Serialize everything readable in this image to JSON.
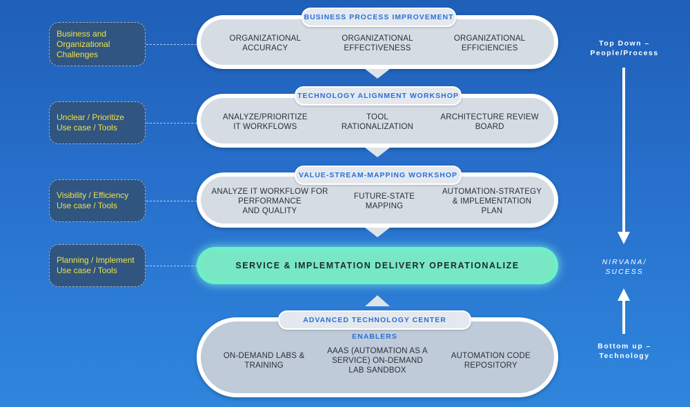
{
  "side_boxes": [
    {
      "lines": [
        "Business and",
        "Organizational",
        "Challenges"
      ]
    },
    {
      "lines": [
        "Unclear / Prioritize",
        "Use case / Tools"
      ]
    },
    {
      "lines": [
        "Visibility / Efficiency",
        "Use case / Tools"
      ]
    },
    {
      "lines": [
        "Planning / Implement",
        "Use case / Tools"
      ]
    }
  ],
  "stages": [
    {
      "title": "BUSINESS PROCESS IMPROVEMENT",
      "items": [
        {
          "lines": [
            "ORGANIZATIONAL",
            "ACCURACY"
          ]
        },
        {
          "lines": [
            "ORGANIZATIONAL",
            "EFFECTIVENESS"
          ]
        },
        {
          "lines": [
            "ORGANIZATIONAL",
            "EFFICIENCIES"
          ]
        }
      ]
    },
    {
      "title": "TECHNOLOGY ALIGNMENT WORKSHOP",
      "items": [
        {
          "lines": [
            "ANALYZE/PRIORITIZE",
            "IT WORKFLOWS"
          ]
        },
        {
          "lines": [
            "TOOL",
            "RATIONALIZATION"
          ]
        },
        {
          "lines": [
            "ARCHITECTURE REVIEW",
            "BOARD"
          ]
        }
      ]
    },
    {
      "title": "VALUE-STREAM-MAPPING WORKSHOP",
      "items": [
        {
          "lines": [
            "ANALYZE IT WORKFLOW FOR",
            "PERFORMANCE",
            "AND QUALITY"
          ]
        },
        {
          "lines": [
            "FUTURE-STATE",
            "MAPPING"
          ]
        },
        {
          "lines": [
            "AUTOMATION-STRATEGY",
            "& IMPLEMENTATION",
            "PLAN"
          ]
        }
      ]
    },
    {
      "title": "ADVANCED TECHNOLOGY CENTER ENABLERS",
      "items": [
        {
          "lines": [
            "ON-DEMAND LABS &",
            "TRAINING"
          ]
        },
        {
          "lines": [
            "AAAS (AUTOMATION AS A",
            "SERVICE) ON-DEMAND",
            "LAB SANDBOX"
          ]
        },
        {
          "lines": [
            "AUTOMATION CODE",
            "REPOSITORY"
          ]
        }
      ]
    }
  ],
  "operationalize": {
    "label": "SERVICE & IMPLEMTATION DELIVERY OPERATIONALIZE"
  },
  "right": {
    "top": {
      "lines": [
        "Top Down –",
        "People/Process"
      ]
    },
    "middle": {
      "lines": [
        "NIRVANA/",
        "SUCESS"
      ]
    },
    "bottom": {
      "lines": [
        "Bottom up –",
        "Technology"
      ]
    }
  },
  "colors": {
    "tag_text": "#2a6fd6",
    "side_text": "#f2e24a",
    "operationalize_fill": "#78e8c4"
  }
}
